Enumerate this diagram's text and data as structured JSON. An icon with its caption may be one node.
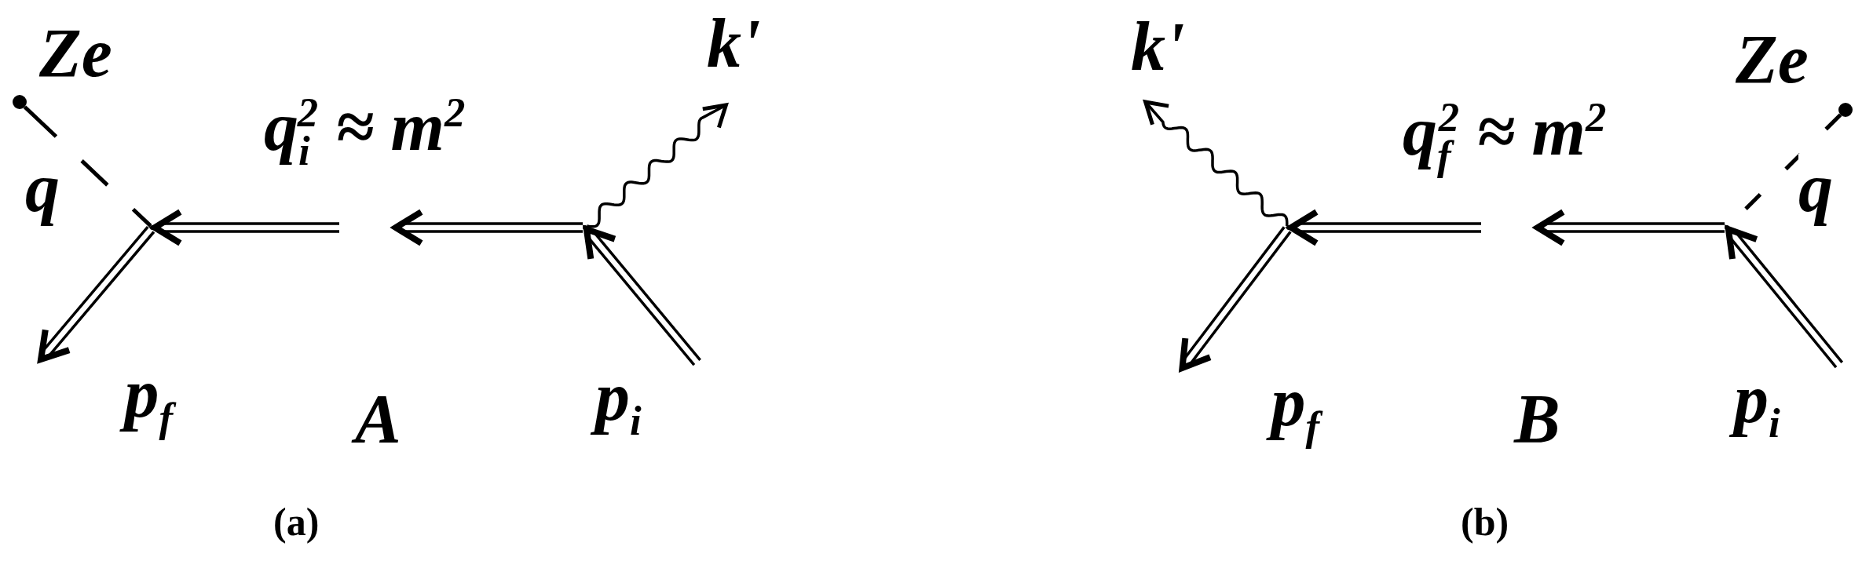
{
  "diagram": {
    "nodes": [
      {
        "text": [],
        "shape": "dot",
        "beside": [
          "Ze"
        ]
      },
      {
        "text": [],
        "shape": "vertex"
      },
      {
        "text": [],
        "shape": "vertex"
      },
      {
        "text": [
          "p$_{f}$"
        ]
      },
      {
        "text": [
          "p$_{i}$"
        ]
      },
      {
        "text": [
          "k'"
        ]
      },
      {
        "text": [
          "k'"
        ]
      },
      {
        "text": [],
        "shape": "vertex"
      },
      {
        "text": [],
        "shape": "vertex"
      },
      {
        "text": [],
        "shape": "dot",
        "beside": [
          "Ze"
        ]
      },
      {
        "text": [
          "p$_{f}$"
        ]
      },
      {
        "text": [
          "p$_{i}$"
        ]
      }
    ],
    "edges": [
      {
        "from": 0,
        "to": 1,
        "arrow": "none",
        "style": "dashed",
        "label": "q"
      },
      {
        "from": 2,
        "to": null,
        "arrow": "to",
        "label": "q$_{i}$$^{2}$ ≈ m$^{2}$"
      },
      {
        "from": null,
        "to": 1,
        "arrow": "to"
      },
      {
        "from": 1,
        "to": 3,
        "arrow": "to"
      },
      {
        "from": 4,
        "to": 2,
        "arrow": "to"
      },
      {
        "from": 2,
        "to": 5,
        "arrow": "to"
      },
      {
        "from": 8,
        "to": null,
        "arrow": "to",
        "label": "q$_{f}$$^{2}$ ≈ m$^{2}$"
      },
      {
        "from": null,
        "to": 7,
        "arrow": "to"
      },
      {
        "from": 7,
        "to": 10,
        "arrow": "to"
      },
      {
        "from": 11,
        "to": 8,
        "arrow": "to"
      },
      {
        "from": 7,
        "to": 6,
        "arrow": "to"
      },
      {
        "from": 9,
        "to": 8,
        "arrow": "none",
        "style": "dashed",
        "label": "q"
      }
    ],
    "labels": [
      "A",
      "(a)",
      "B",
      "(b)"
    ]
  }
}
